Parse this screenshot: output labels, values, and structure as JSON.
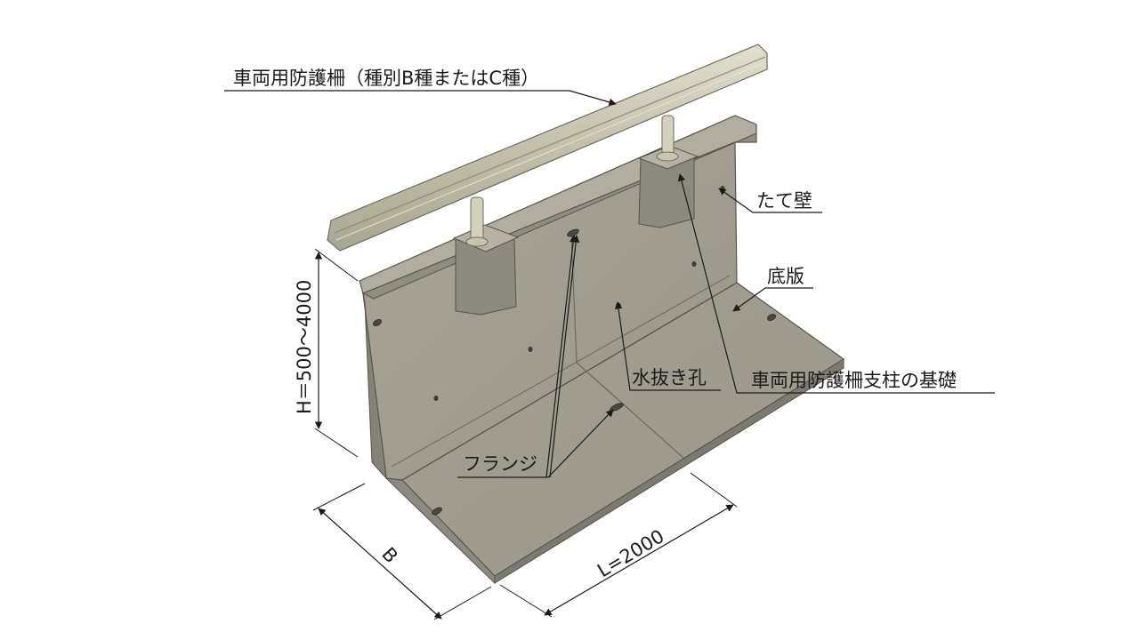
{
  "labels": {
    "guardrail": "車両用防護柵（種別B種またはC種）",
    "wall": "たて壁",
    "slab": "底版",
    "drain": "水抜き孔",
    "post_foundation": "車両用防護柵支柱の基礎",
    "flange": "フランジ"
  },
  "dimensions": {
    "height": "H＝500～4000",
    "width": "B",
    "length": "L=2000"
  },
  "colors": {
    "concrete_face": "#9f9b8e",
    "concrete_top": "#b2ae9f",
    "concrete_edge": "#55534c",
    "rail": "#c9c6b2",
    "leader": "#1a1a1a"
  }
}
